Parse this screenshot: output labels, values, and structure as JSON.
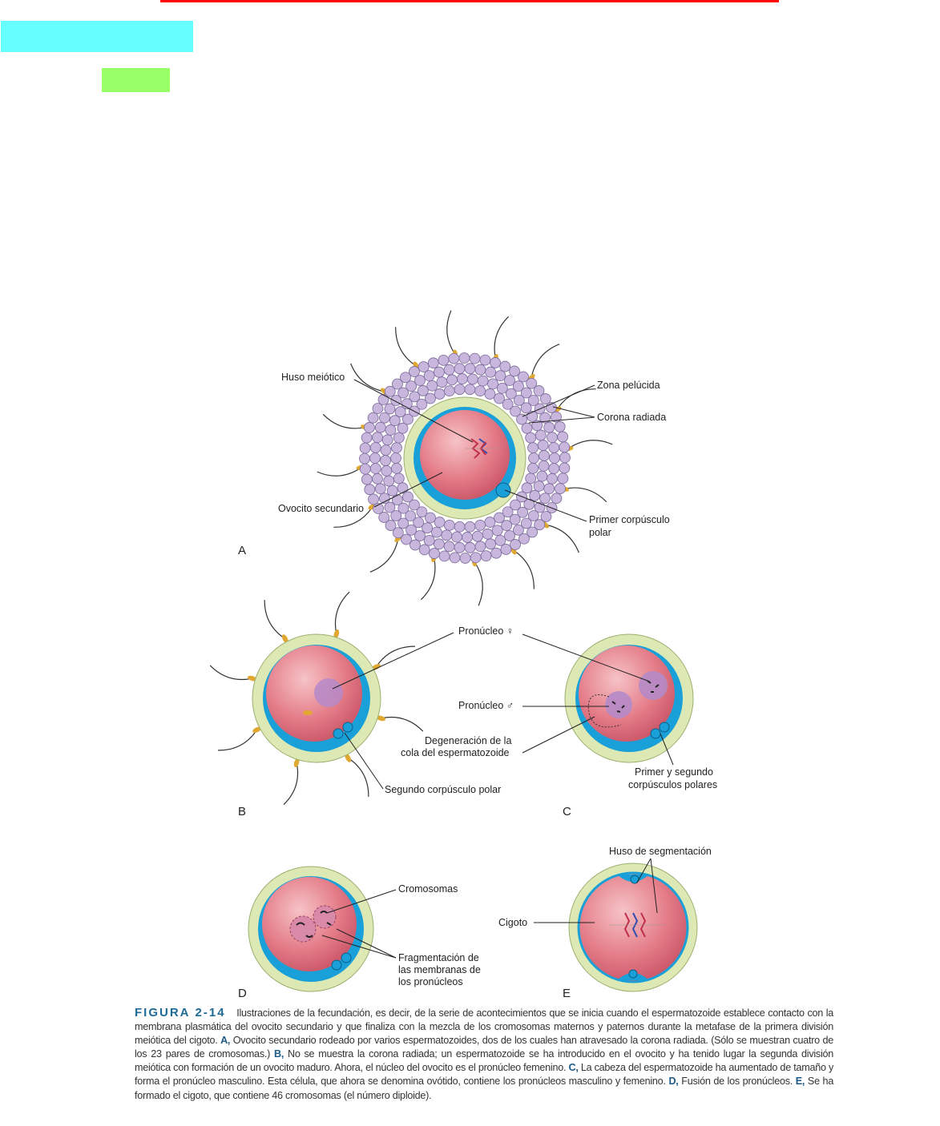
{
  "panels": {
    "a": {
      "letter": "A",
      "huso": "Huso meiótico",
      "zona": "Zona pelúcida",
      "corona": "Corona radiada",
      "ovocito": "Ovocito secundario",
      "primer_1": "Primer corpúsculo",
      "primer_2": "polar"
    },
    "b": {
      "letter": "B",
      "pron_f": "Pronúcleo ♀",
      "pron_m": "Pronúcleo ♂",
      "degen_1": "Degeneración de la",
      "degen_2": "cola del espermatozoide",
      "segundo": "Segundo corpúsculo polar"
    },
    "c": {
      "letter": "C",
      "polares_1": "Primer y segundo",
      "polares_2": "corpúsculos polares"
    },
    "d": {
      "letter": "D",
      "cromosomas": "Cromosomas",
      "frag_1": "Fragmentación de",
      "frag_2": "las membranas de",
      "frag_3": "los pronúcleos"
    },
    "e": {
      "letter": "E",
      "huso": "Huso de segmentación",
      "cigoto": "Cigoto"
    }
  },
  "caption": {
    "figure": "FIGURA 2-14",
    "intro": "Ilustraciones de la fecundación, es decir, de la serie de acontecimientos que se inicia cuando el espermatozoide establece contacto con la membrana plasmática del ovocito secundario y que finaliza con la mezcla de los cromosomas maternos y paternos durante la metafase de la primera división meiótica del cigoto.",
    "a_key": "A,",
    "a_text": "Ovocito secundario rodeado por varios espermatozoides, dos de los cuales han atravesado la corona radiada. (Sólo se muestran cuatro de los 23 pares de cromosomas.)",
    "b_key": "B,",
    "b_text": "No se muestra la corona radiada; un espermatozoide se ha introducido en el ovocito y ha tenido lugar la segunda división meiótica con formación de un ovocito maduro. Ahora, el núcleo del ovocito es el pronúcleo femenino.",
    "c_key": "C,",
    "c_text": "La cabeza del espermatozoide ha aumentado de tamaño y forma el pronúcleo masculino. Esta célula, que ahora se denomina ovótido, contiene los pronúcleos masculino y femenino.",
    "d_key": "D,",
    "d_text": "Fusión de los pronúcleos.",
    "e_key": "E,",
    "e_text": "Se ha formado el cigoto, que contiene 46 cromosomas (el número diploide)."
  },
  "colors": {
    "zona": "#dce9b4",
    "membrane": "#1aa0d8",
    "cytoplasm": "#e07a86",
    "cell": "#c9b6dc",
    "sperm": "#e0a830",
    "red_bar": "#ff0000",
    "cyan_box": "#66ffff",
    "green_box": "#99ff66"
  }
}
